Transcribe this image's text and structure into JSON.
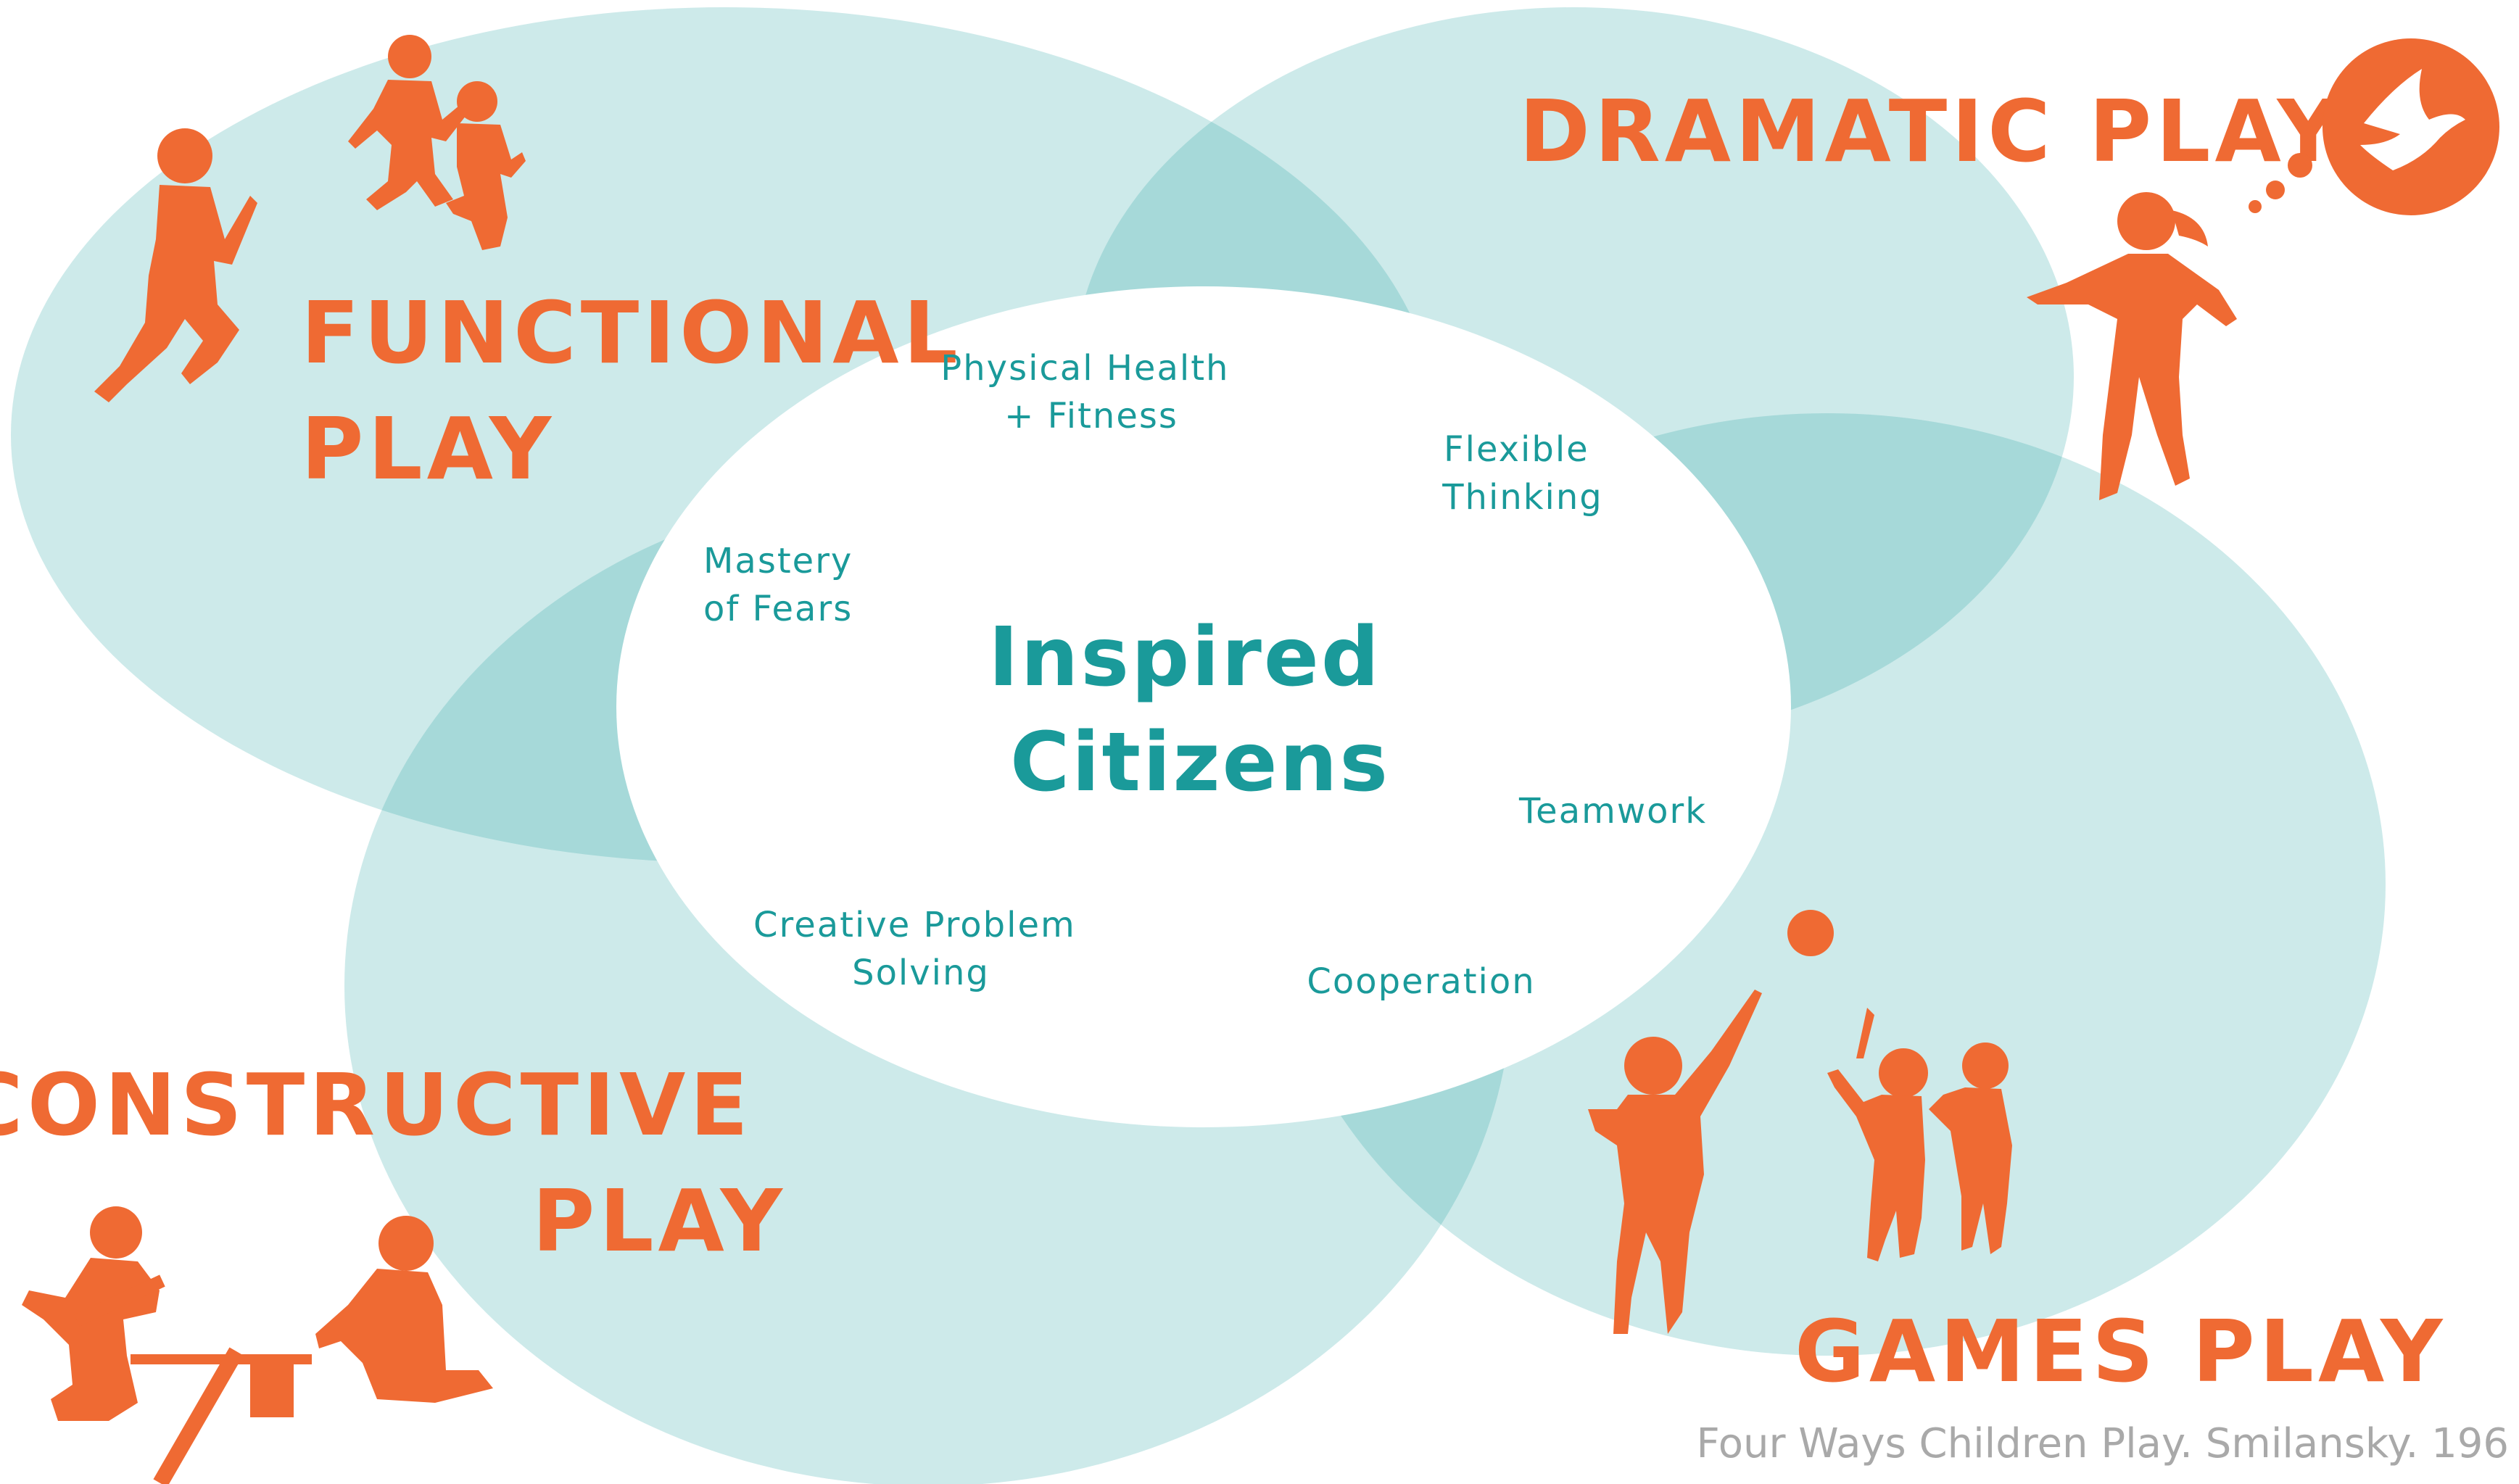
{
  "colors": {
    "ellipse_fill": "#cdeaea",
    "overlap_fill": "#a6d9d9",
    "center_fill": "#ffffff",
    "accent_orange": "#ef6a33",
    "teal_text": "#1a9a9a",
    "caption_gray": "#a9a9a9"
  },
  "play_types": {
    "functional": [
      "FUNCTIONAL",
      "PLAY"
    ],
    "dramatic": "DRAMATIC PLAY",
    "constructive": [
      "CONSTRUCTIVE",
      "PLAY"
    ],
    "games": "GAMES PLAY"
  },
  "center": {
    "title": [
      "Inspired",
      "Citizens"
    ]
  },
  "benefits": {
    "physical": [
      "Physical Health",
      "+ Fitness"
    ],
    "flexible": [
      "Flexible",
      "Thinking"
    ],
    "mastery": [
      "Mastery",
      "of Fears"
    ],
    "teamwork": "Teamwork",
    "creative": [
      "Creative Problem",
      "Solving"
    ],
    "cooperation": "Cooperation"
  },
  "caption": "Four Ways Children Play. Smilansky. 196",
  "icons": {
    "functional": "running-children-icon",
    "dramatic": "girl-imagining-eagle-icon",
    "constructive": "children-building-icon",
    "games": "children-playing-ball-icon"
  }
}
